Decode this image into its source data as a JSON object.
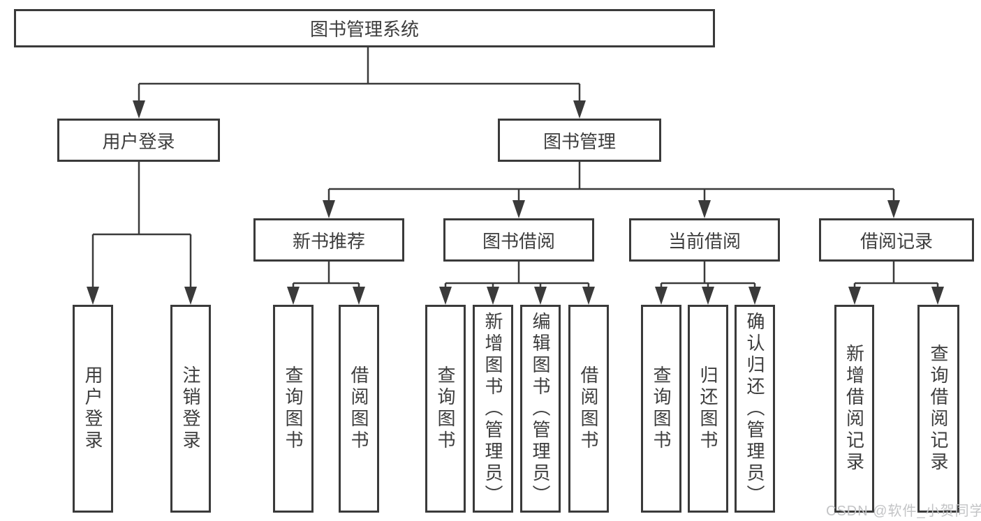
{
  "diagram": {
    "title": "图书管理系统",
    "branches": [
      {
        "label": "用户登录",
        "children": [
          {
            "label": "用户登录"
          },
          {
            "label": "注销登录"
          }
        ]
      },
      {
        "label": "图书管理",
        "children": [
          {
            "label": "新书推荐",
            "children": [
              {
                "label": "查询图书"
              },
              {
                "label": "借阅图书"
              }
            ]
          },
          {
            "label": "图书借阅",
            "children": [
              {
                "label": "查询图书"
              },
              {
                "label": "新增图书（管理员）"
              },
              {
                "label": "编辑图书（管理员）"
              },
              {
                "label": "借阅图书"
              }
            ]
          },
          {
            "label": "当前借阅",
            "children": [
              {
                "label": "查询图书"
              },
              {
                "label": "归还图书"
              },
              {
                "label": "确认归还（管理员）"
              }
            ]
          },
          {
            "label": "借阅记录",
            "children": [
              {
                "label": "新增借阅记录"
              },
              {
                "label": "查询借阅记录"
              }
            ]
          }
        ]
      }
    ]
  },
  "watermark": {
    "text": "CSDN @软件_小贺同学"
  },
  "colors": {
    "line": "#3a3a3a",
    "text": "#3d3d3d",
    "box_fill": "#ffffff",
    "watermark": "#c3c4c6",
    "background": "#ffffff"
  }
}
